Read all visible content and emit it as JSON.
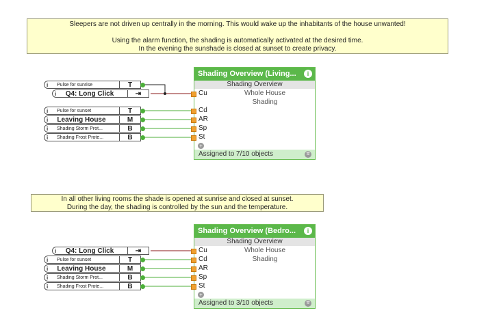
{
  "notes": [
    {
      "lines": [
        "Sleepers are not driven up centrally in the morning. This would wake up the inhabitants of the house unwanted!",
        "",
        "Using the alarm function, the shading is automatically activated at the desired time.",
        "In the evening the sunshade is closed at sunset to create privacy."
      ]
    },
    {
      "lines": [
        "In all other living rooms the shade is opened at sunrise and closed at sunset.",
        "During the day, the shading is controlled by the sun and the temperature."
      ]
    }
  ],
  "group1": {
    "inputs": [
      {
        "label": "Pulse for sunrise",
        "port": "T"
      },
      {
        "label": "Q4: Long Click",
        "port": "⇥"
      },
      {
        "label": "Pulse for sunset",
        "port": "T"
      },
      {
        "label": "Leaving House",
        "port": "M"
      },
      {
        "label": "Shading  Storm  Prot...",
        "port": "B"
      },
      {
        "label": "Shading  Frost  Prote...",
        "port": "B"
      }
    ],
    "block": {
      "title": "Shading Overview (Living...",
      "subtitle": "Shading Overview",
      "desc1": "Whole House",
      "desc2": "Shading",
      "pins": [
        "Cu",
        "Cd",
        "AR",
        "Sp",
        "St"
      ],
      "footer": "Assigned to 7/10 objects"
    }
  },
  "group2": {
    "inputs": [
      {
        "label": "Q4: Long Click",
        "port": "⇥"
      },
      {
        "label": "Pulse for sunset",
        "port": "T"
      },
      {
        "label": "Leaving House",
        "port": "M"
      },
      {
        "label": "Shading  Storm  Prot...",
        "port": "B"
      },
      {
        "label": "Shading  Frost  Prote...",
        "port": "B"
      }
    ],
    "block": {
      "title": "Shading Overview (Bedro...",
      "subtitle": "Shading Overview",
      "desc1": "Whole House",
      "desc2": "Shading",
      "pins": [
        "Cu",
        "Cd",
        "AR",
        "Sp",
        "St"
      ],
      "footer": "Assigned to 3/10 objects"
    }
  },
  "icons": {
    "info": "info-icon",
    "gear": "gear-icon",
    "plus": "plus-icon"
  },
  "colors": {
    "block_header": "#5bb84a",
    "note_bg": "#ffffcc",
    "pin": "#f0a030",
    "connector": "#4caf3a",
    "wire": "#8b1a1a"
  }
}
